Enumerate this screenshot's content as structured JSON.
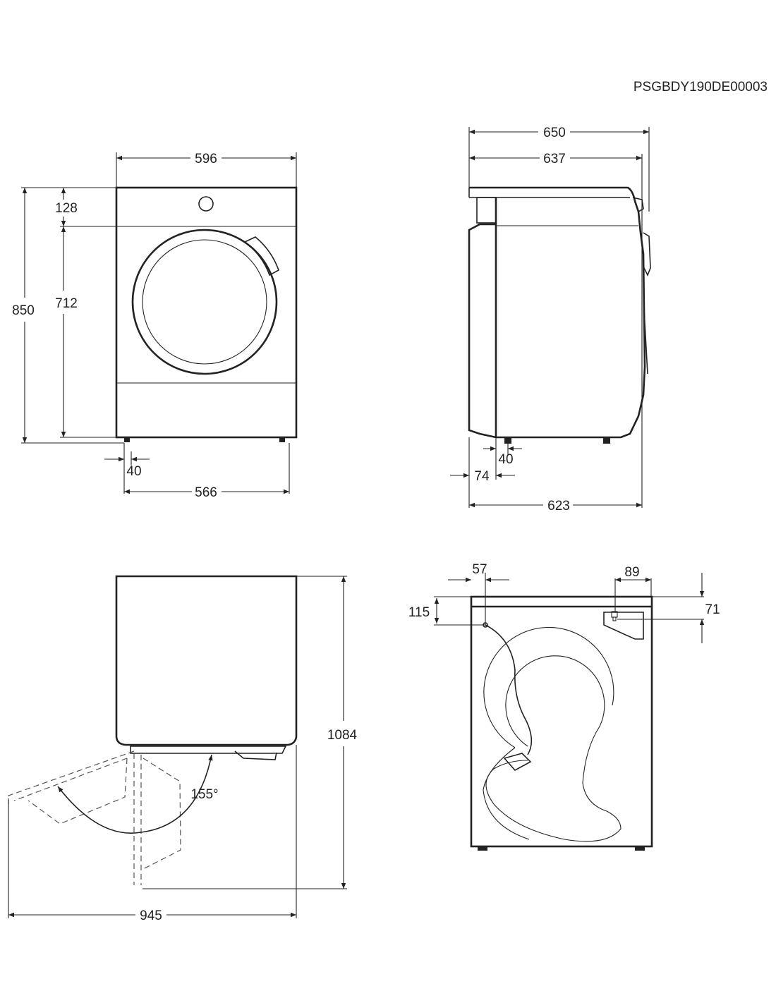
{
  "drawing_code": "PSGBDY190DE00003",
  "front_view": {
    "width": "596",
    "height_total": "850",
    "panel_height": "128",
    "body_height": "712",
    "foot_inset": "40",
    "foot_span": "566"
  },
  "side_view": {
    "depth_total": "650",
    "depth_body": "637",
    "foot_offset": "40",
    "back_offset": "74",
    "depth_base": "623"
  },
  "top_view": {
    "depth_door_open": "1084",
    "width_door_open": "945",
    "door_angle": "155°"
  },
  "back_view": {
    "hose_offset_x": "57",
    "hose_offset_y": "115",
    "plug_width": "89",
    "plug_height": "71"
  }
}
